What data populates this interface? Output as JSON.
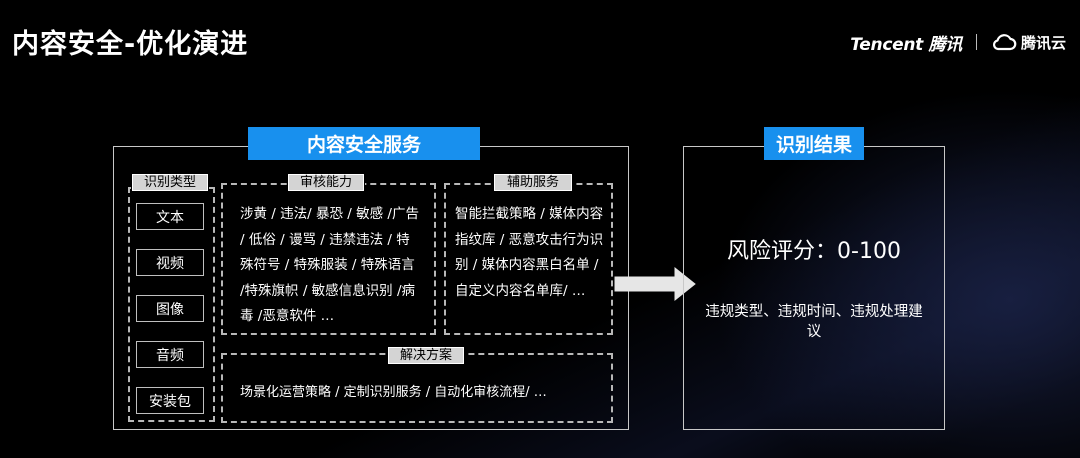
{
  "slide": {
    "title": "内容安全-优化演进"
  },
  "logo": {
    "tencent": "Tencent 腾讯",
    "cloud": "腾讯云"
  },
  "main_service": {
    "title": "内容安全服务",
    "types": {
      "label": "识别类型",
      "items": [
        "文本",
        "视频",
        "图像",
        "音频",
        "安装包"
      ]
    },
    "audit": {
      "label": "审核能力",
      "text": "涉黄 / 违法/ 暴恐 / 敏感 /广告 / 低俗 / 谩骂 / 违禁违法 / 特殊符号 / 特殊服装 / 特殊语言 /特殊旗帜 / 敏感信息识别 /病毒 /恶意软件 …"
    },
    "assist": {
      "label": "辅助服务",
      "text": "智能拦截策略 / 媒体内容指纹库 / 恶意攻击行为识别 / 媒体内容黑白名单 / 自定义内容名单库/ …"
    },
    "solution": {
      "label": "解决方案",
      "text": "场景化运营策略 / 定制识别服务 / 自动化审核流程/ …"
    }
  },
  "result": {
    "title": "识别结果",
    "score": "风险评分：0-100",
    "desc": "违规类型、违规时间、违规处理建议"
  },
  "colors": {
    "accent": "#1890ee",
    "background": "#000000"
  }
}
